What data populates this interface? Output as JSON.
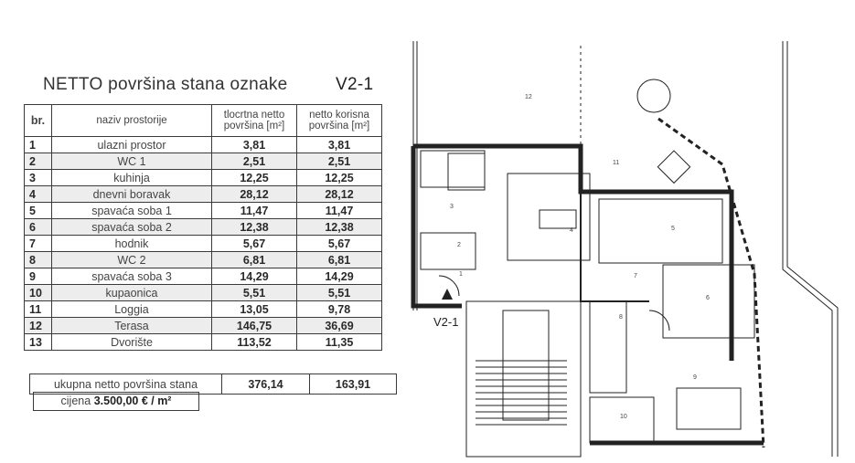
{
  "title": {
    "text": "NETTO površina stana oznake",
    "code": "V2-1"
  },
  "table": {
    "headers": {
      "num": "br.",
      "name": "naziv prostorije",
      "floor": "tlocrtna netto površina [m²]",
      "usable": "netto korisna površina [m²]"
    },
    "rows": [
      {
        "num": "1",
        "name": "ulazni prostor",
        "floor": "3,81",
        "usable": "3,81"
      },
      {
        "num": "2",
        "name": "WC 1",
        "floor": "2,51",
        "usable": "2,51"
      },
      {
        "num": "3",
        "name": "kuhinja",
        "floor": "12,25",
        "usable": "12,25"
      },
      {
        "num": "4",
        "name": "dnevni boravak",
        "floor": "28,12",
        "usable": "28,12"
      },
      {
        "num": "5",
        "name": "spavaća soba 1",
        "floor": "11,47",
        "usable": "11,47"
      },
      {
        "num": "6",
        "name": "spavaća soba 2",
        "floor": "12,38",
        "usable": "12,38"
      },
      {
        "num": "7",
        "name": "hodnik",
        "floor": "5,67",
        "usable": "5,67"
      },
      {
        "num": "8",
        "name": "WC 2",
        "floor": "6,81",
        "usable": "6,81"
      },
      {
        "num": "9",
        "name": "spavaća soba 3",
        "floor": "14,29",
        "usable": "14,29"
      },
      {
        "num": "10",
        "name": "kupaonica",
        "floor": "5,51",
        "usable": "5,51"
      },
      {
        "num": "11",
        "name": "Loggia",
        "floor": "13,05",
        "usable": "9,78"
      },
      {
        "num": "12",
        "name": "Terasa",
        "floor": "146,75",
        "usable": "36,69"
      },
      {
        "num": "13",
        "name": "Dvorište",
        "floor": "113,52",
        "usable": "11,35"
      }
    ]
  },
  "total": {
    "label": "ukupna netto površina stana",
    "floor": "376,14",
    "usable": "163,91"
  },
  "price": {
    "prefix": "cijena",
    "value": "3.500,00 € / m²"
  },
  "plan": {
    "entrance_label": "V2-1",
    "room_numbers": [
      "1",
      "2",
      "3",
      "4",
      "5",
      "6",
      "7",
      "8",
      "9",
      "10",
      "11",
      "12"
    ]
  }
}
